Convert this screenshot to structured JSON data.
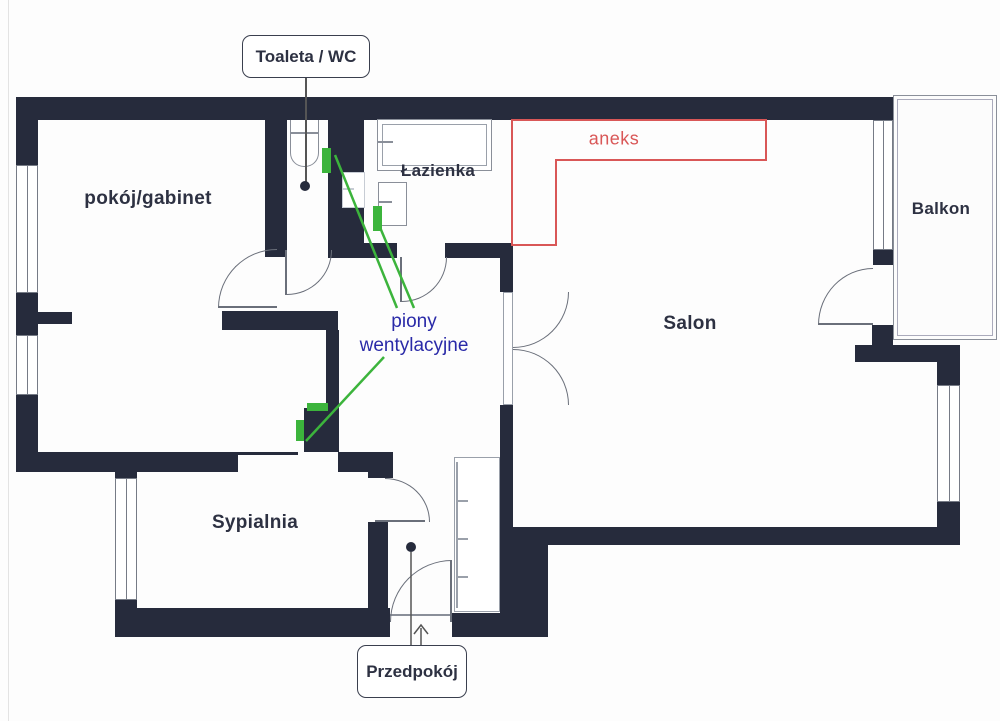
{
  "plan": {
    "rooms": {
      "office": "pokój/gabinet",
      "bathroom": "Łazienka",
      "salon": "Salon",
      "balcony": "Balkon",
      "bedroom": "Sypialnia"
    },
    "callouts": {
      "toilet": "Toaleta / WC",
      "hallway": "Przedpokój"
    },
    "annotations": {
      "annex": "aneks",
      "vents_line1": "piony",
      "vents_line2": "wentylacyjne"
    },
    "colors": {
      "wall": "#262b3c",
      "vent_green": "#3cb43c",
      "annex_red": "#d95757",
      "vent_blue": "#2a2aa8",
      "label_dark": "#2d3142"
    }
  }
}
